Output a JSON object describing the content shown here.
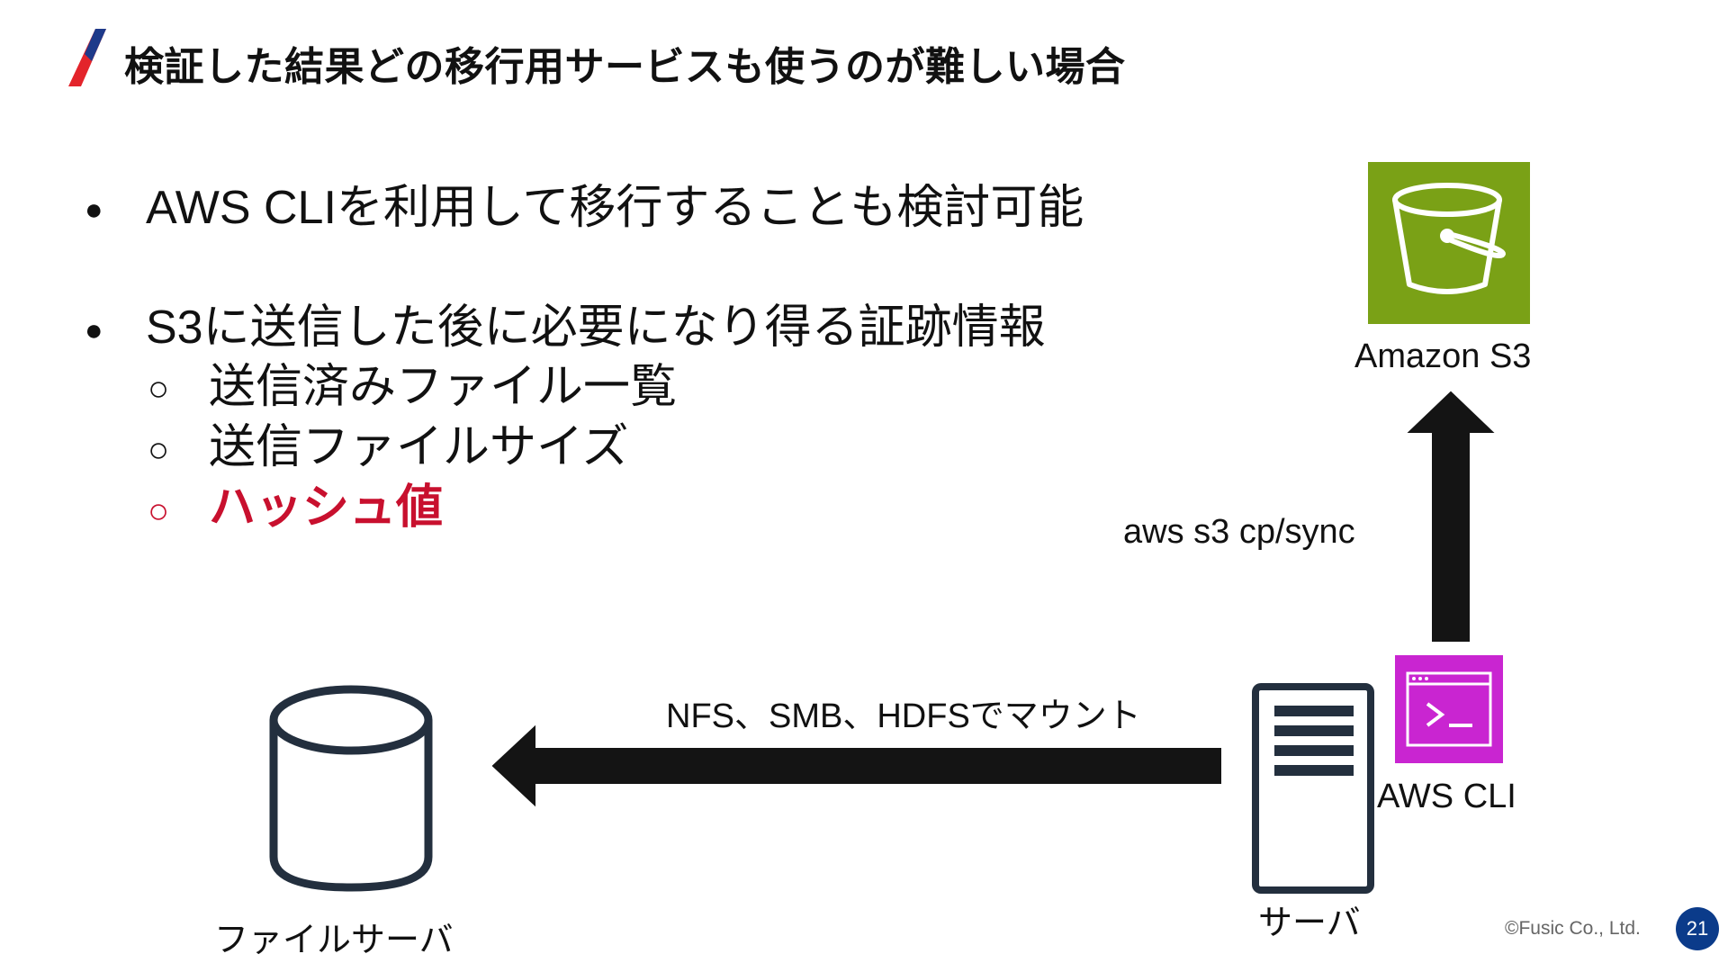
{
  "title": "検証した結果どの移行用サービスも使うのが難しい場合",
  "bullets": [
    {
      "text": "AWS CLIを利用して移行することも検討可能"
    },
    {
      "text": "S3に送信した後に必要になり得る証跡情報"
    }
  ],
  "sub_bullets": [
    {
      "text": "送信済みファイル一覧",
      "highlight": false
    },
    {
      "text": "送信ファイルサイズ",
      "highlight": false
    },
    {
      "text": "ハッシュ値",
      "highlight": true
    }
  ],
  "bullet_marker": "●",
  "sub_bullet_marker": "○",
  "diagram": {
    "s3_label": "Amazon S3",
    "cli_label": "AWS CLI",
    "server_label": "サーバ",
    "fileserver_label": "ファイルサーバ",
    "command_label": "aws s3 cp/sync",
    "mount_label": "NFS、SMB、HDFSでマウント",
    "icons": [
      "s3-bucket-icon",
      "terminal-icon",
      "server-icon",
      "database-icon"
    ]
  },
  "footer": {
    "copyright": "©Fusic Co., Ltd.",
    "page_number": "21"
  },
  "colors": {
    "highlight": "#c8102e",
    "s3_green": "#7aa116",
    "cli_magenta": "#c925d1",
    "accent_blue": "#1e3a8a",
    "accent_red": "#e3242b",
    "page_badge": "#0b3b8a"
  }
}
